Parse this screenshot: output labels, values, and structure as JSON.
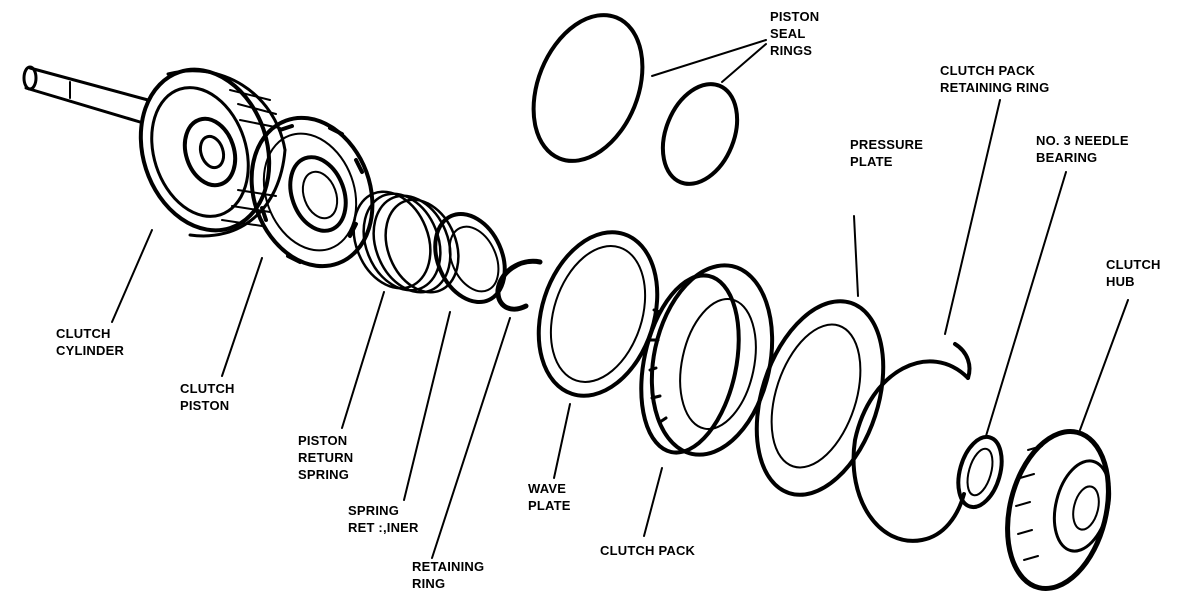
{
  "labels": {
    "clutch_cylinder": [
      "CLUTCH",
      "CYLINDER"
    ],
    "clutch_piston": [
      "CLUTCH",
      "PISTON"
    ],
    "piston_return_spring": [
      "PISTON",
      "RETURN",
      "SPRING"
    ],
    "spring_retainer": [
      "SPRING",
      "RET :,INER"
    ],
    "retaining_ring": [
      "RETAINING",
      "RING"
    ],
    "wave_plate": [
      "WAVE",
      "PLATE"
    ],
    "clutch_pack": [
      "CLUTCH PACK"
    ],
    "pressure_plate": [
      "PRESSURE",
      "PLATE"
    ],
    "clutch_pack_retaining_ring": [
      "CLUTCH PACK",
      "RETAINING RING"
    ],
    "needle_bearing": [
      "NO. 3 NEEDLE",
      "BEARING"
    ],
    "clutch_hub": [
      "CLUTCH",
      "HUB"
    ],
    "piston_seal_rings": [
      "PISTON",
      "SEAL",
      "RINGS"
    ]
  }
}
